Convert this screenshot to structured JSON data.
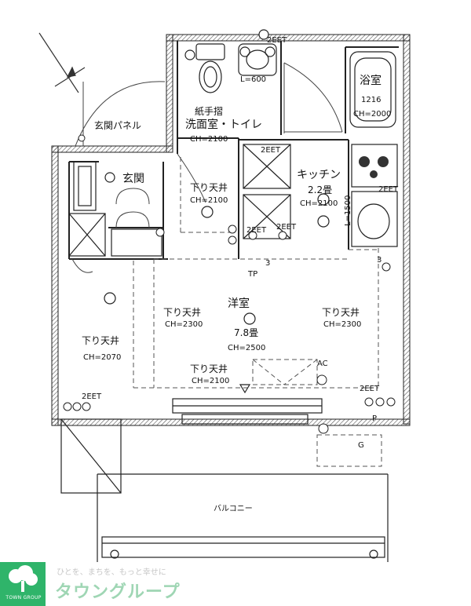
{
  "rooms": {
    "bath": {
      "name": "浴室",
      "size": "1216",
      "ch": "CH=2000"
    },
    "washroom": {
      "shelf": "紙手摺",
      "name": "洗面室・トイレ",
      "ch": "CH=2100"
    },
    "entrance": {
      "name": "玄関"
    },
    "entrance_panel": {
      "name": "玄関パネル"
    },
    "kitchen": {
      "name": "キッチン",
      "size": "2.2畳",
      "ch": "CH=2100",
      "dim": "L=1500"
    },
    "western": {
      "name": "洋室",
      "size": "7.8畳",
      "ch": "CH=2500"
    },
    "balcony": {
      "name": "バルコニー"
    }
  },
  "annotations": {
    "drop_ceiling": "下り天井",
    "ch_2100": "CH=2100",
    "ch_2300": "CH=2300",
    "ch_2070": "CH=2070",
    "l600": "L=600",
    "outlet_2e": "2EET",
    "ac": "AC",
    "p": "P",
    "tp": "TP",
    "g": "G",
    "three": "3"
  },
  "brand": {
    "tagline": "ひとを、まちを、もっと幸せに",
    "name": "タウングループ",
    "logo_text": "TOWN GROUP"
  }
}
